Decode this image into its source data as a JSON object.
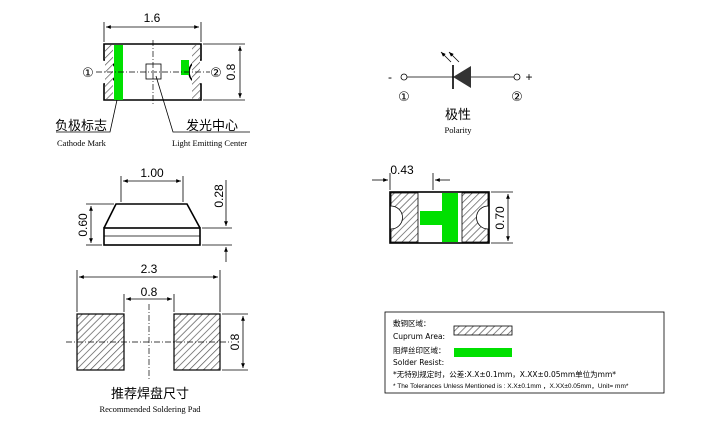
{
  "colors": {
    "green": "#00e000",
    "hatch_stroke": "#555555",
    "line": "#000000"
  },
  "top_view": {
    "width_dim": "1.6",
    "height_dim": "0.8",
    "pin1": "①",
    "pin2": "②",
    "cathode_cn": "负极标志",
    "cathode_en": "Cathode Mark",
    "center_cn": "发光中心",
    "center_en": "Light Emitting Center"
  },
  "polarity": {
    "minus": "-",
    "plus": "+",
    "pin1": "①",
    "pin2": "②",
    "label_cn": "极性",
    "label_en": "Polarity"
  },
  "side_view": {
    "top_width": "1.00",
    "total_height": "0.60",
    "body_height": "0.28"
  },
  "bottom_view": {
    "left_dim": "0.43",
    "right_dim": "0.70"
  },
  "pad": {
    "total_width": "2.3",
    "gap": "0.8",
    "height": "0.8",
    "label_cn": "推荐焊盘尺寸",
    "label_en": "Recommended Soldering Pad"
  },
  "legend": {
    "copper_cn": "敷铜区域：",
    "copper_en": "Cuprum Area:",
    "resist_cn": "阻焊丝印区域：",
    "resist_en": "Solder Resist:",
    "note_cn": "*无特别规定时，公差:X.X±0.1mm，X.XX±0.05mm单位为mm*",
    "note_en": "* The Tolerances Unless Mentioned is : X.X±0.1mm ，X.XX±0.05mm，Unit= mm*"
  }
}
